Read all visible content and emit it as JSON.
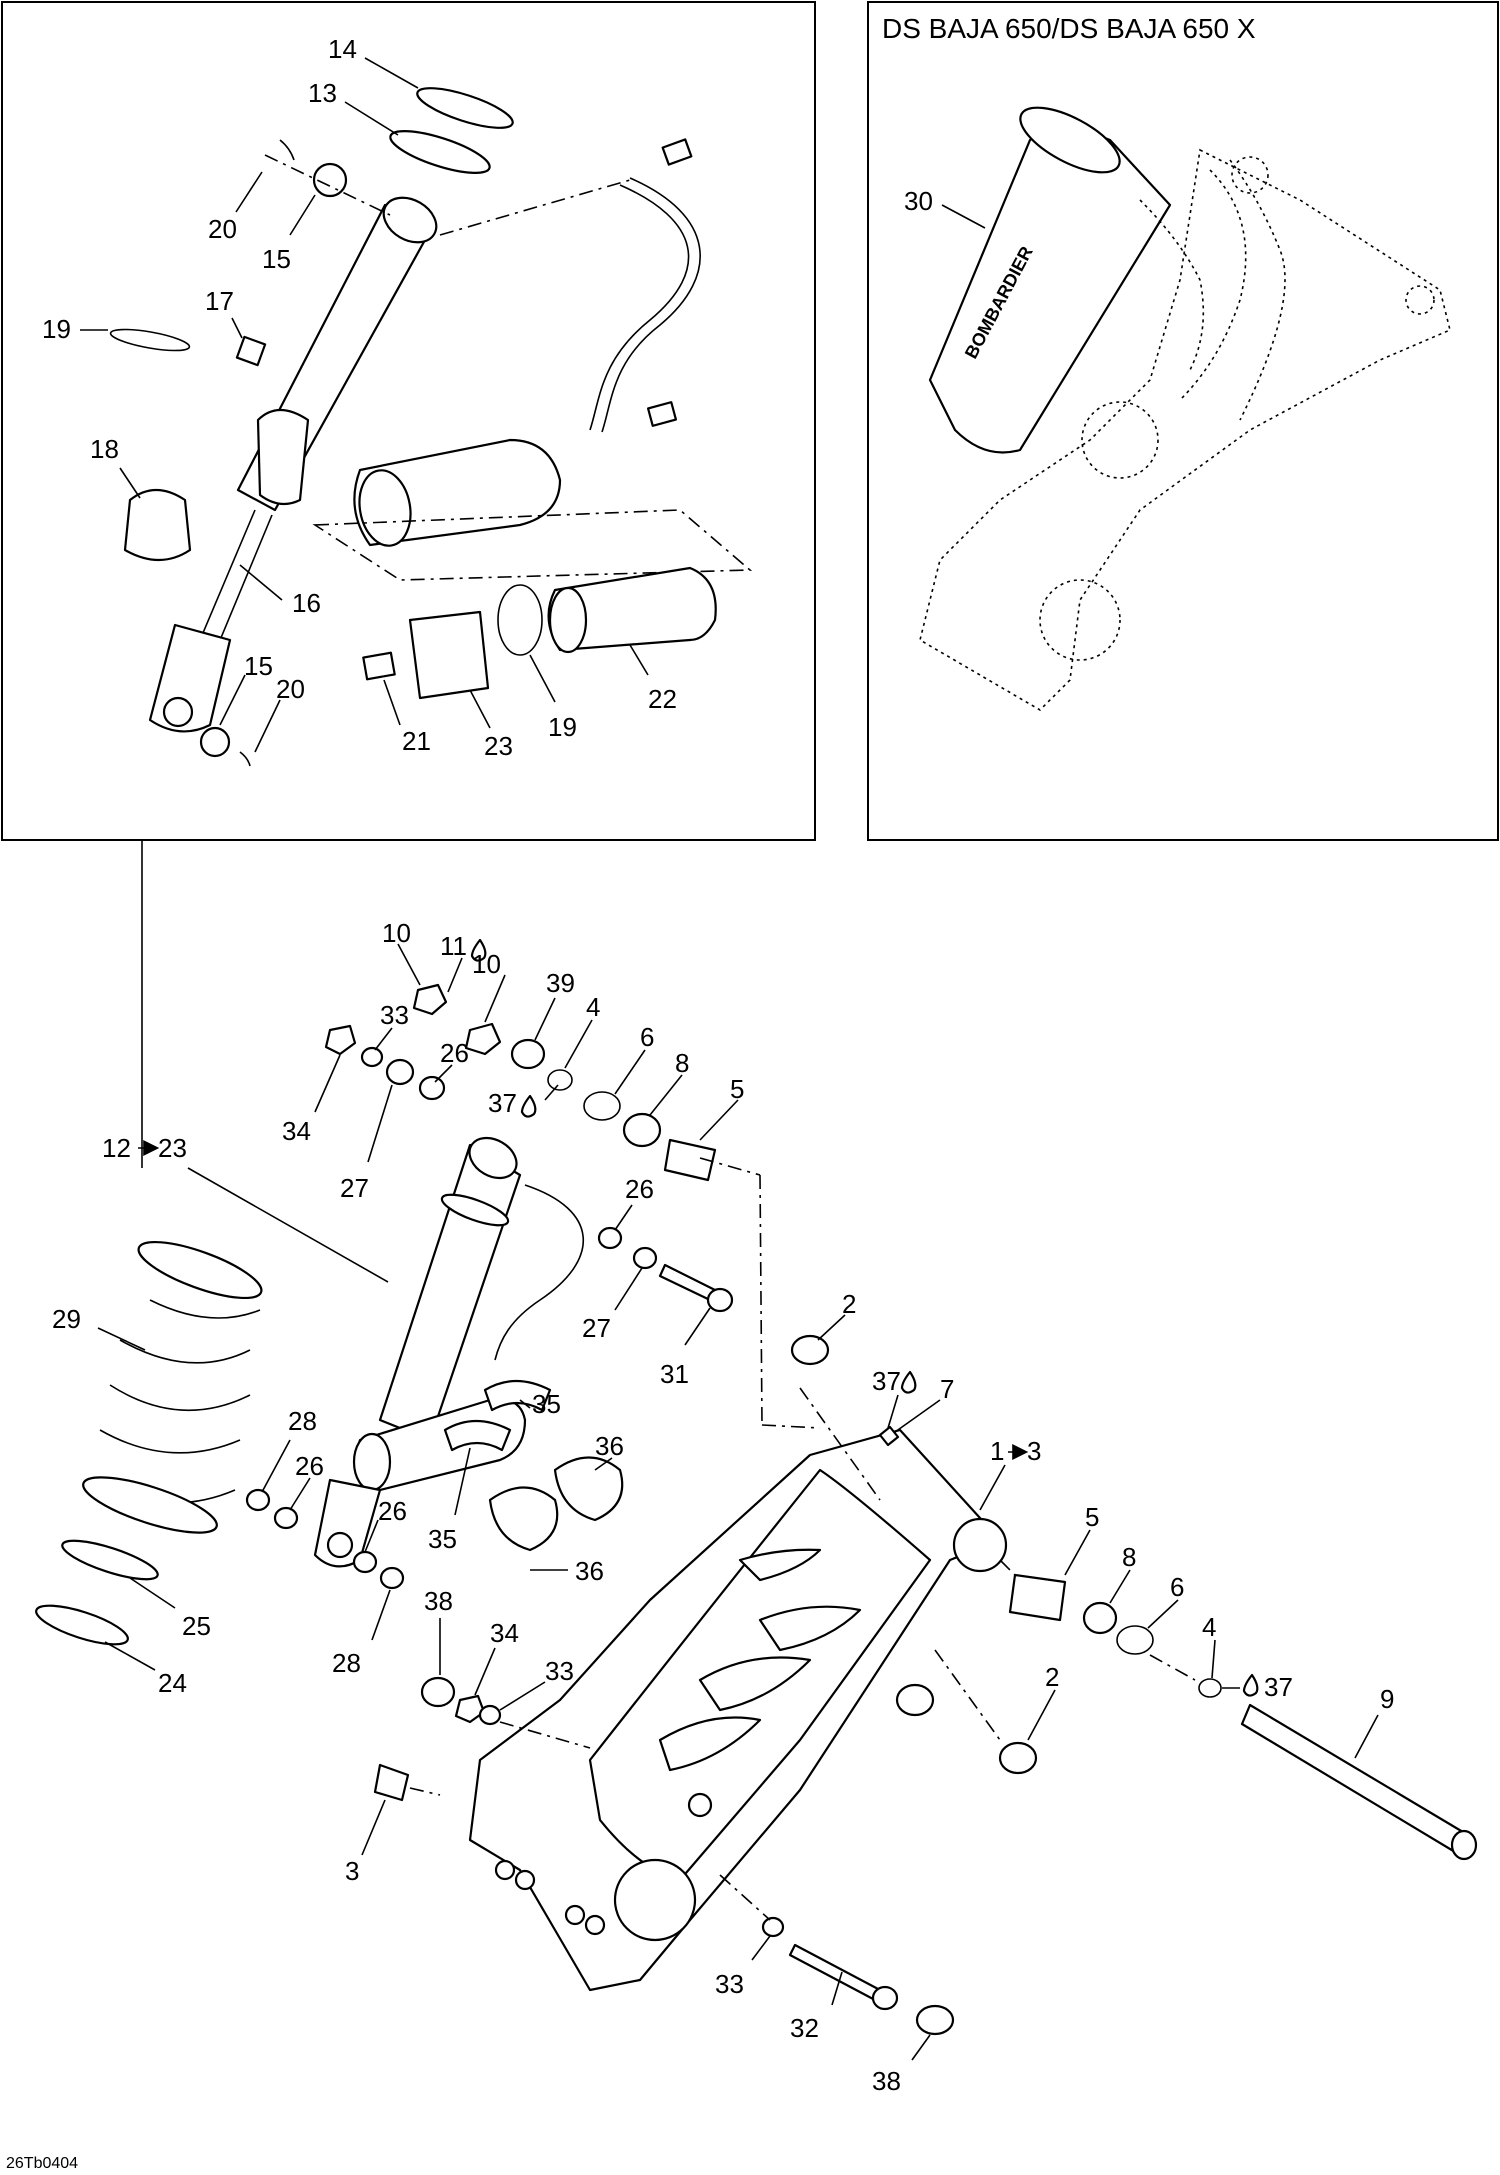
{
  "diagram": {
    "panel_title": "DS BAJA 650/DS BAJA 650 X",
    "figure_code": "26Tb0404",
    "brand_text": "BOMBARDIER",
    "callouts": {
      "c14": "14",
      "c13": "13",
      "c20a": "20",
      "c15a": "15",
      "c17": "17",
      "c19a": "19",
      "c18": "18",
      "c16": "16",
      "c15b": "15",
      "c20b": "20",
      "c21": "21",
      "c23": "23",
      "c19b": "19",
      "c22": "22",
      "c30": "30",
      "c10a": "10",
      "c11": "11",
      "c10b": "10",
      "c39": "39",
      "c4a": "4",
      "c6a": "6",
      "c8a": "8",
      "c5a": "5",
      "c33a": "33",
      "c26a": "26",
      "c37a": "37",
      "c34a": "34",
      "c27a": "27",
      "c12": "12",
      "c23b": "23",
      "c26b": "26",
      "c27b": "27",
      "c31": "31",
      "c2a": "2",
      "c37b": "37",
      "c7": "7",
      "c1": "1",
      "c3a": "3",
      "c29": "29",
      "c28a": "28",
      "c26c": "26",
      "c26d": "26",
      "c35a": "35",
      "c36a": "36",
      "c35b": "35",
      "c36b": "36",
      "c28b": "28",
      "c25": "25",
      "c24": "24",
      "c38a": "38",
      "c34b": "34",
      "c33b": "33",
      "c3b": "3",
      "c5b": "5",
      "c8b": "8",
      "c6b": "6",
      "c4b": "4",
      "c37c": "37",
      "c9": "9",
      "c2b": "2",
      "c33c": "33",
      "c32": "32",
      "c38b": "38"
    }
  }
}
